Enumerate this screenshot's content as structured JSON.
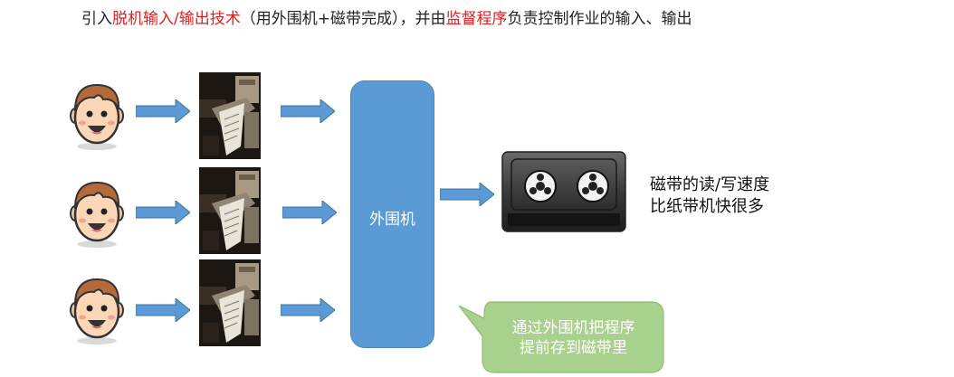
{
  "title": {
    "part1": "引入",
    "highlight1": "脱机输入/输出技术",
    "part2": "（用外围机+磁带完成），并由",
    "highlight2": "监督程序",
    "part3": "负责控制作业的输入、输出",
    "text_color": "#222222",
    "highlight_color": "#e02020"
  },
  "users": [
    {
      "icon": "smiley-user-icon"
    },
    {
      "icon": "smiley-user-icon"
    },
    {
      "icon": "smiley-user-icon"
    }
  ],
  "tape_readers": [
    {
      "icon": "paper-tape-machine-photo"
    },
    {
      "icon": "paper-tape-machine-photo"
    },
    {
      "icon": "paper-tape-machine-photo"
    }
  ],
  "peripheral_machine": {
    "label": "外围机",
    "color": "#5b9bd5"
  },
  "tape_device": {
    "icon": "tape-cassette-icon"
  },
  "tape_note": {
    "line1": "磁带的读/写速度",
    "line2": "比纸带机快很多"
  },
  "callout": {
    "line1": "通过外围机把程序",
    "line2": "提前存到磁带里",
    "color": "#a9d18e"
  },
  "arrow_color": "#5b9bd5"
}
